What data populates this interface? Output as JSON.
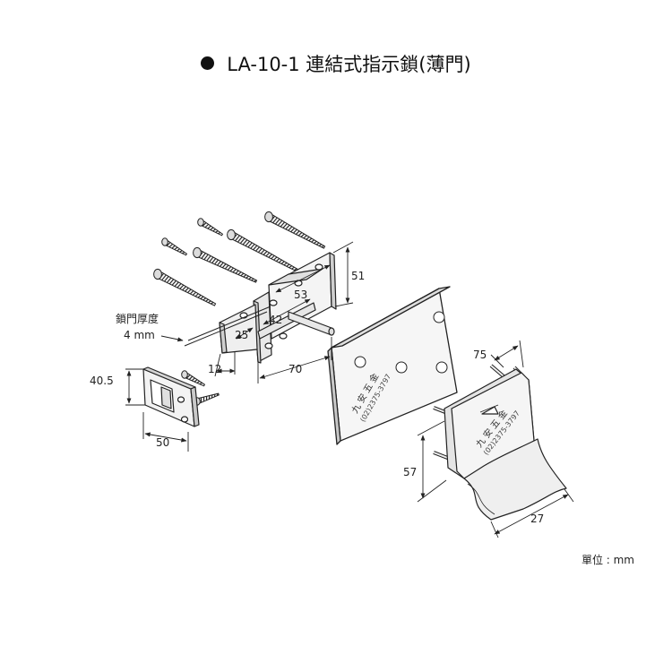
{
  "title": {
    "bullet_icon": "filled-circle-icon",
    "text": "LA-10-1 連結式指示鎖(薄門)"
  },
  "dimensions": {
    "d51": "51",
    "d53": "53",
    "d42": "42",
    "d25": "25",
    "d12": "12",
    "d70": "70",
    "d40_5": "40.5",
    "d50": "50",
    "d75": "75",
    "d57": "57",
    "d27": "27"
  },
  "labels": {
    "door_thickness": "鎖門厚度",
    "door_thickness_value": "4 mm",
    "unit": "單位 : mm"
  },
  "stamps": {
    "brand": "九 安 五 金",
    "phone": "(02)2375-3797"
  },
  "colors": {
    "line": "#222222",
    "fill_light": "#f4f4f4",
    "fill_mid": "#e6e6e6",
    "fill_dark": "#cfcfcf"
  }
}
